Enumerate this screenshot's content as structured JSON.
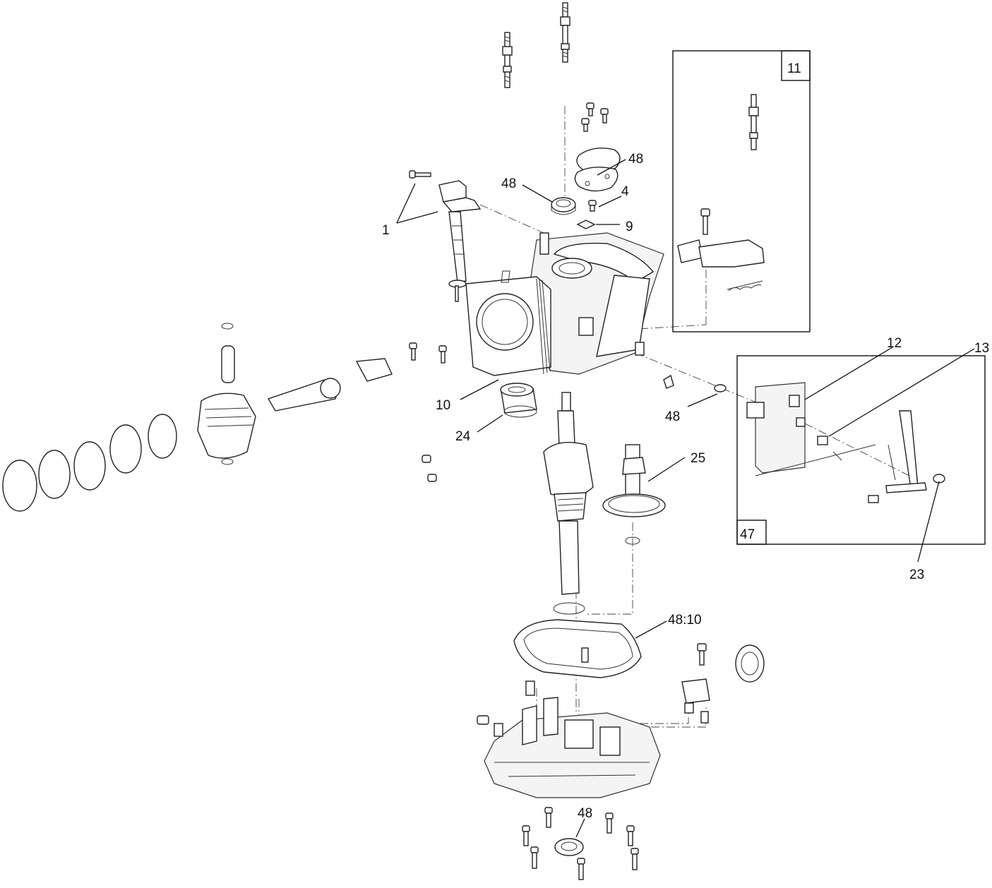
{
  "callouts": {
    "c1": "1",
    "c4": "4",
    "c9": "9",
    "c10": "10",
    "c11": "11",
    "c12": "12",
    "c13": "13",
    "c23": "23",
    "c24": "24",
    "c25": "25",
    "c47": "47",
    "c48_top": "48",
    "c48_seal": "48",
    "c48_shaft": "48",
    "c48_gasket": "48:10",
    "c48_bottom": "48"
  }
}
